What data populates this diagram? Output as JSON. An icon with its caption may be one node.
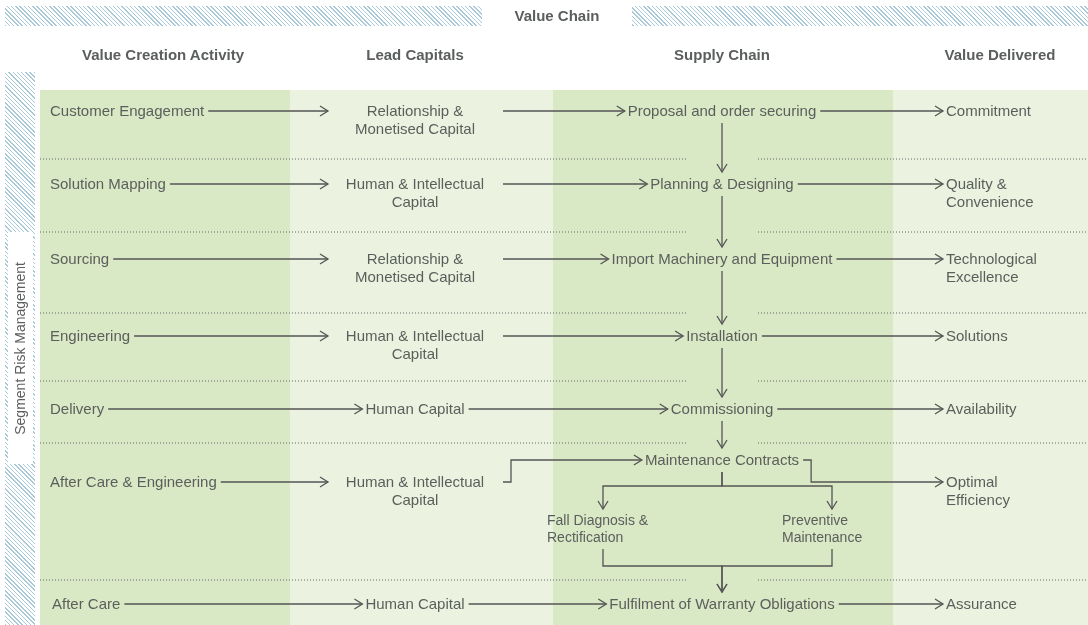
{
  "diagram": {
    "title": "Value Chain",
    "nodes": [
      {
        "text": [
          "Customer Engagement"
        ]
      },
      {
        "text": [
          "Relationship & Monetised Capital"
        ]
      },
      {
        "text": [
          "Proposal and order securing"
        ]
      },
      {
        "text": [
          "Commitment"
        ]
      },
      {
        "text": [
          "Solution Mapping"
        ]
      },
      {
        "text": [
          "Human & Intellectual Capital"
        ]
      },
      {
        "text": [
          "Planning & Designing"
        ]
      },
      {
        "text": [
          "Quality & Convenience"
        ]
      },
      {
        "text": [
          "Sourcing"
        ]
      },
      {
        "text": [
          "Relationship & Monetised Capital"
        ]
      },
      {
        "text": [
          "Import Machinery and Equipment"
        ]
      },
      {
        "text": [
          "Technological Excellence"
        ]
      },
      {
        "text": [
          "Engineering"
        ]
      },
      {
        "text": [
          "Human & Intellectual Capital"
        ]
      },
      {
        "text": [
          "Installation"
        ]
      },
      {
        "text": [
          "Solutions"
        ]
      },
      {
        "text": [
          "Delivery"
        ]
      },
      {
        "text": [
          "Human Capital"
        ]
      },
      {
        "text": [
          "Commissioning"
        ]
      },
      {
        "text": [
          "Availability"
        ]
      },
      {
        "text": [
          "After Care & Engineering"
        ]
      },
      {
        "text": [
          "Human & Intellectual Capital"
        ]
      },
      {
        "text": [
          "Maintenance Contracts"
        ]
      },
      {
        "text": [
          "Fall Diagnosis & Rectification"
        ]
      },
      {
        "text": [
          "Preventive Maintenance"
        ]
      },
      {
        "text": [
          "Optimal Efficiency"
        ]
      },
      {
        "text": [
          "After Care"
        ]
      },
      {
        "text": [
          "Human Capital"
        ]
      },
      {
        "text": [
          "Fulfilment of Warranty Obligations"
        ]
      },
      {
        "text": [
          "Assurance"
        ]
      }
    ],
    "edges": [
      {
        "from": 0,
        "to": 1,
        "arrow": "to"
      },
      {
        "from": 1,
        "to": 2,
        "arrow": "to"
      },
      {
        "from": 2,
        "to": 3,
        "arrow": "to"
      },
      {
        "from": 2,
        "to": 6,
        "arrow": "to"
      },
      {
        "from": 4,
        "to": 5,
        "arrow": "to"
      },
      {
        "from": 5,
        "to": 6,
        "arrow": "to"
      },
      {
        "from": 6,
        "to": 7,
        "arrow": "to"
      },
      {
        "from": 6,
        "to": 10,
        "arrow": "to"
      },
      {
        "from": 8,
        "to": 9,
        "arrow": "to"
      },
      {
        "from": 9,
        "to": 10,
        "arrow": "to"
      },
      {
        "from": 10,
        "to": 11,
        "arrow": "to"
      },
      {
        "from": 10,
        "to": 14,
        "arrow": "to"
      },
      {
        "from": 12,
        "to": 13,
        "arrow": "to"
      },
      {
        "from": 13,
        "to": 14,
        "arrow": "to"
      },
      {
        "from": 14,
        "to": 15,
        "arrow": "to"
      },
      {
        "from": 14,
        "to": 18,
        "arrow": "to"
      },
      {
        "from": 16,
        "to": 17,
        "arrow": "to"
      },
      {
        "from": 17,
        "to": 18,
        "arrow": "to"
      },
      {
        "from": 18,
        "to": 19,
        "arrow": "to"
      },
      {
        "from": 18,
        "to": 22,
        "arrow": "to"
      },
      {
        "from": 20,
        "to": 21,
        "arrow": "to"
      },
      {
        "from": 21,
        "to": 22,
        "arrow": "to"
      },
      {
        "from": 22,
        "to": 25,
        "arrow": "to"
      },
      {
        "from": 22,
        "to": 23,
        "arrow": "to"
      },
      {
        "from": 22,
        "to": 24,
        "arrow": "to"
      },
      {
        "from": 23,
        "to": 28,
        "arrow": "to"
      },
      {
        "from": 24,
        "to": 28,
        "arrow": "to"
      },
      {
        "from": 26,
        "to": 27,
        "arrow": "to"
      },
      {
        "from": 27,
        "to": 28,
        "arrow": "to"
      },
      {
        "from": 28,
        "to": 29,
        "arrow": "to"
      }
    ],
    "labels": [
      "Value Creation Activity",
      "Lead Capitals",
      "Supply Chain",
      "Value Delivered",
      "Segment Risk Management"
    ]
  }
}
